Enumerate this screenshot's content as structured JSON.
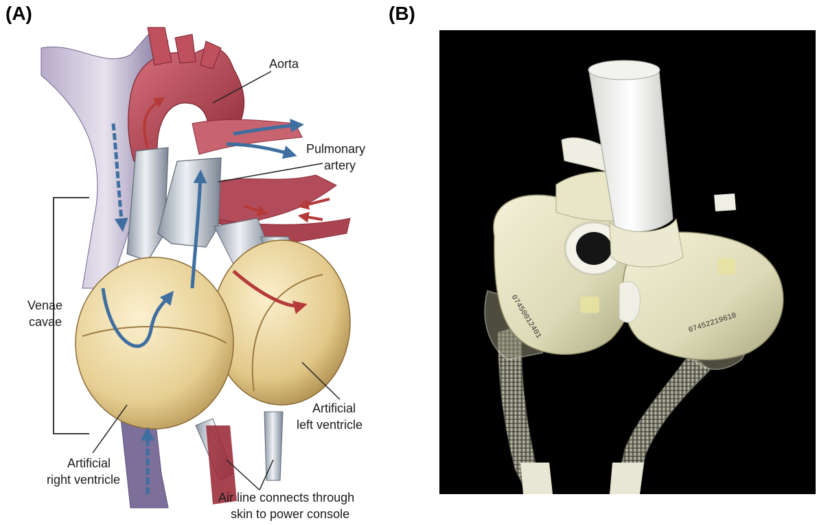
{
  "panel_a": {
    "letter": "(A)",
    "labels": {
      "aorta": "Aorta",
      "pulmonary_artery_1": "Pulmonary",
      "pulmonary_artery_2": "artery",
      "venae_cavae_1": "Venae",
      "venae_cavae_2": "cavae",
      "left_ventricle_1": "Artificial",
      "left_ventricle_2": "left ventricle",
      "right_ventricle_1": "Artificial",
      "right_ventricle_2": "right ventricle",
      "air_line_1": "Air line connects through",
      "air_line_2": "skin to power console"
    },
    "colors": {
      "aorta": "#b03a48",
      "vein": "#8a7fa6",
      "ventricle": "#e9d6a0",
      "flow_blue": "#3f6fa0",
      "flow_red": "#b53a3a"
    }
  },
  "panel_b": {
    "letter": "(B)",
    "serial_left": "07450012401",
    "serial_right": "07452219610"
  }
}
